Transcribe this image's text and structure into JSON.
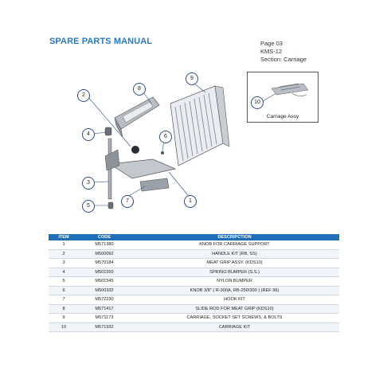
{
  "header": {
    "title": "SPARE PARTS MANUAL",
    "page": "Page 03",
    "model": "KMS-12",
    "section": "Section: Carriage"
  },
  "diagram": {
    "callouts": [
      "2",
      "8",
      "9",
      "4",
      "6",
      "3",
      "7",
      "5",
      "1"
    ],
    "inset_callout": "10",
    "inset_caption": "Carriage Assy",
    "colors": {
      "callout_ring": "#2d4f8a",
      "part_gray": "#b9bec6",
      "part_dark": "#6b7079"
    }
  },
  "table": {
    "columns": [
      "ITEM",
      "CODE",
      "DESCRIPCTION"
    ],
    "rows": [
      [
        "1",
        "M571380",
        "KNOB FOR CARRIAGE SUPPORT"
      ],
      [
        "2",
        "M500092",
        "HANDLE KIT (RB, SS)"
      ],
      [
        "3",
        "M570184",
        "MEAT GRIP ASSY. (KDS10)"
      ],
      [
        "4",
        "M501550",
        "SPRING BUMPER (S.S.)"
      ],
      [
        "5",
        "M501545",
        "NYLON BUMPER"
      ],
      [
        "6",
        "M500332",
        "KNOB 3/8\" ( R-300A, RB-250\\300 ) (REF 96)"
      ],
      [
        "7",
        "M572230",
        "HOOK KIT"
      ],
      [
        "8",
        "M571417",
        "SLIDE ROD FOR MEAT GRIP (KDS10)"
      ],
      [
        "9",
        "M571173",
        "CARRIAGE, SOCKET SET SCREWS, & BOLTS"
      ],
      [
        "10",
        "M571932",
        "CARRIAGE KIT"
      ]
    ],
    "header_color": "#1f6fb8"
  }
}
